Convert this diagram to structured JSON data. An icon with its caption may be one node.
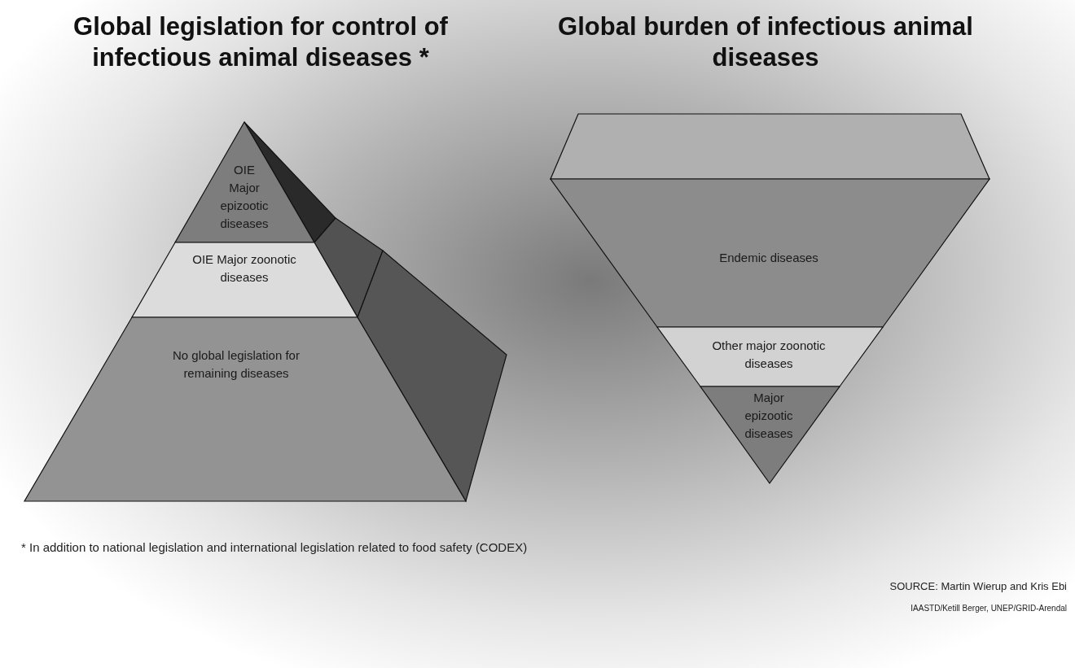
{
  "diagram": {
    "nodes": [
      {
        "text": [
          "OIE Major epizootic diseases"
        ]
      },
      {
        "text": [
          "OIE Major zoonotic diseases"
        ]
      },
      {
        "text": [
          "No global legislation for remaining diseases"
        ]
      },
      {
        "text": [
          "Endemic diseases"
        ]
      },
      {
        "text": [
          "Other major zoonotic diseases"
        ]
      },
      {
        "text": [
          "Major epizootic diseases"
        ]
      }
    ],
    "labels": [
      "Global legislation for control of infectious animal diseases *",
      "Global burden of infectious animal diseases",
      "* In addition to national legislation and international legislation related to food safety (CODEX)",
      "SOURCE: Martin Wierup and Kris Ebi",
      "IAASTD/Ketill Berger, UNEP/GRID-Arendal"
    ]
  }
}
